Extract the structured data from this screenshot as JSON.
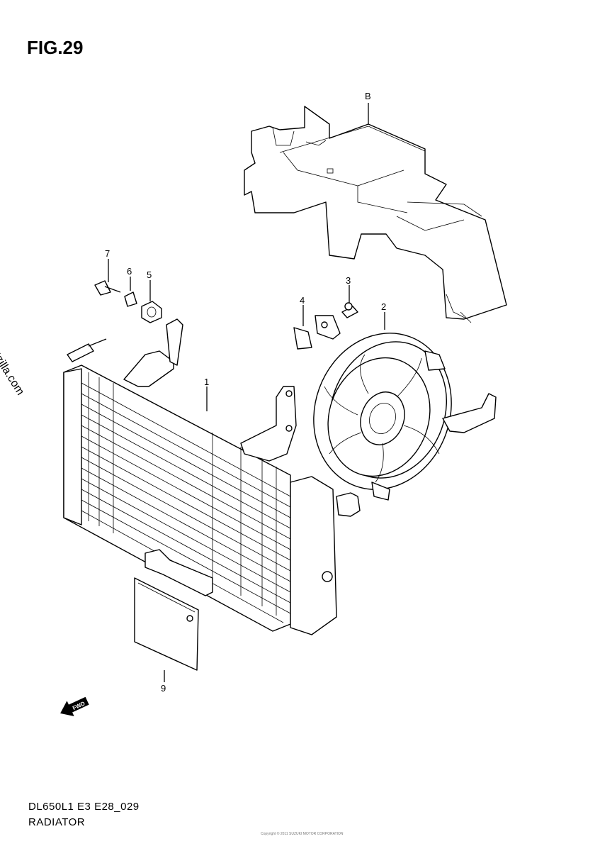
{
  "figure": {
    "title": "FIG.29",
    "code": "DL650L1 E3 E28_029",
    "name": "RADIATOR"
  },
  "watermark": "© Partzilla.com",
  "footer_small": "Copyright © 2011 SUZUKI MOTOR CORPORATION",
  "callouts": [
    {
      "id": "1",
      "label": "1"
    },
    {
      "id": "2",
      "label": "2"
    },
    {
      "id": "3",
      "label": "3"
    },
    {
      "id": "4",
      "label": "4"
    },
    {
      "id": "5",
      "label": "5"
    },
    {
      "id": "6",
      "label": "6"
    },
    {
      "id": "7",
      "label": "7"
    },
    {
      "id": "9",
      "label": "9"
    },
    {
      "id": "B",
      "label": "B"
    }
  ],
  "fwd_arrow_label": "FWD",
  "icons": {
    "fwd": "fwd-arrow-icon"
  }
}
